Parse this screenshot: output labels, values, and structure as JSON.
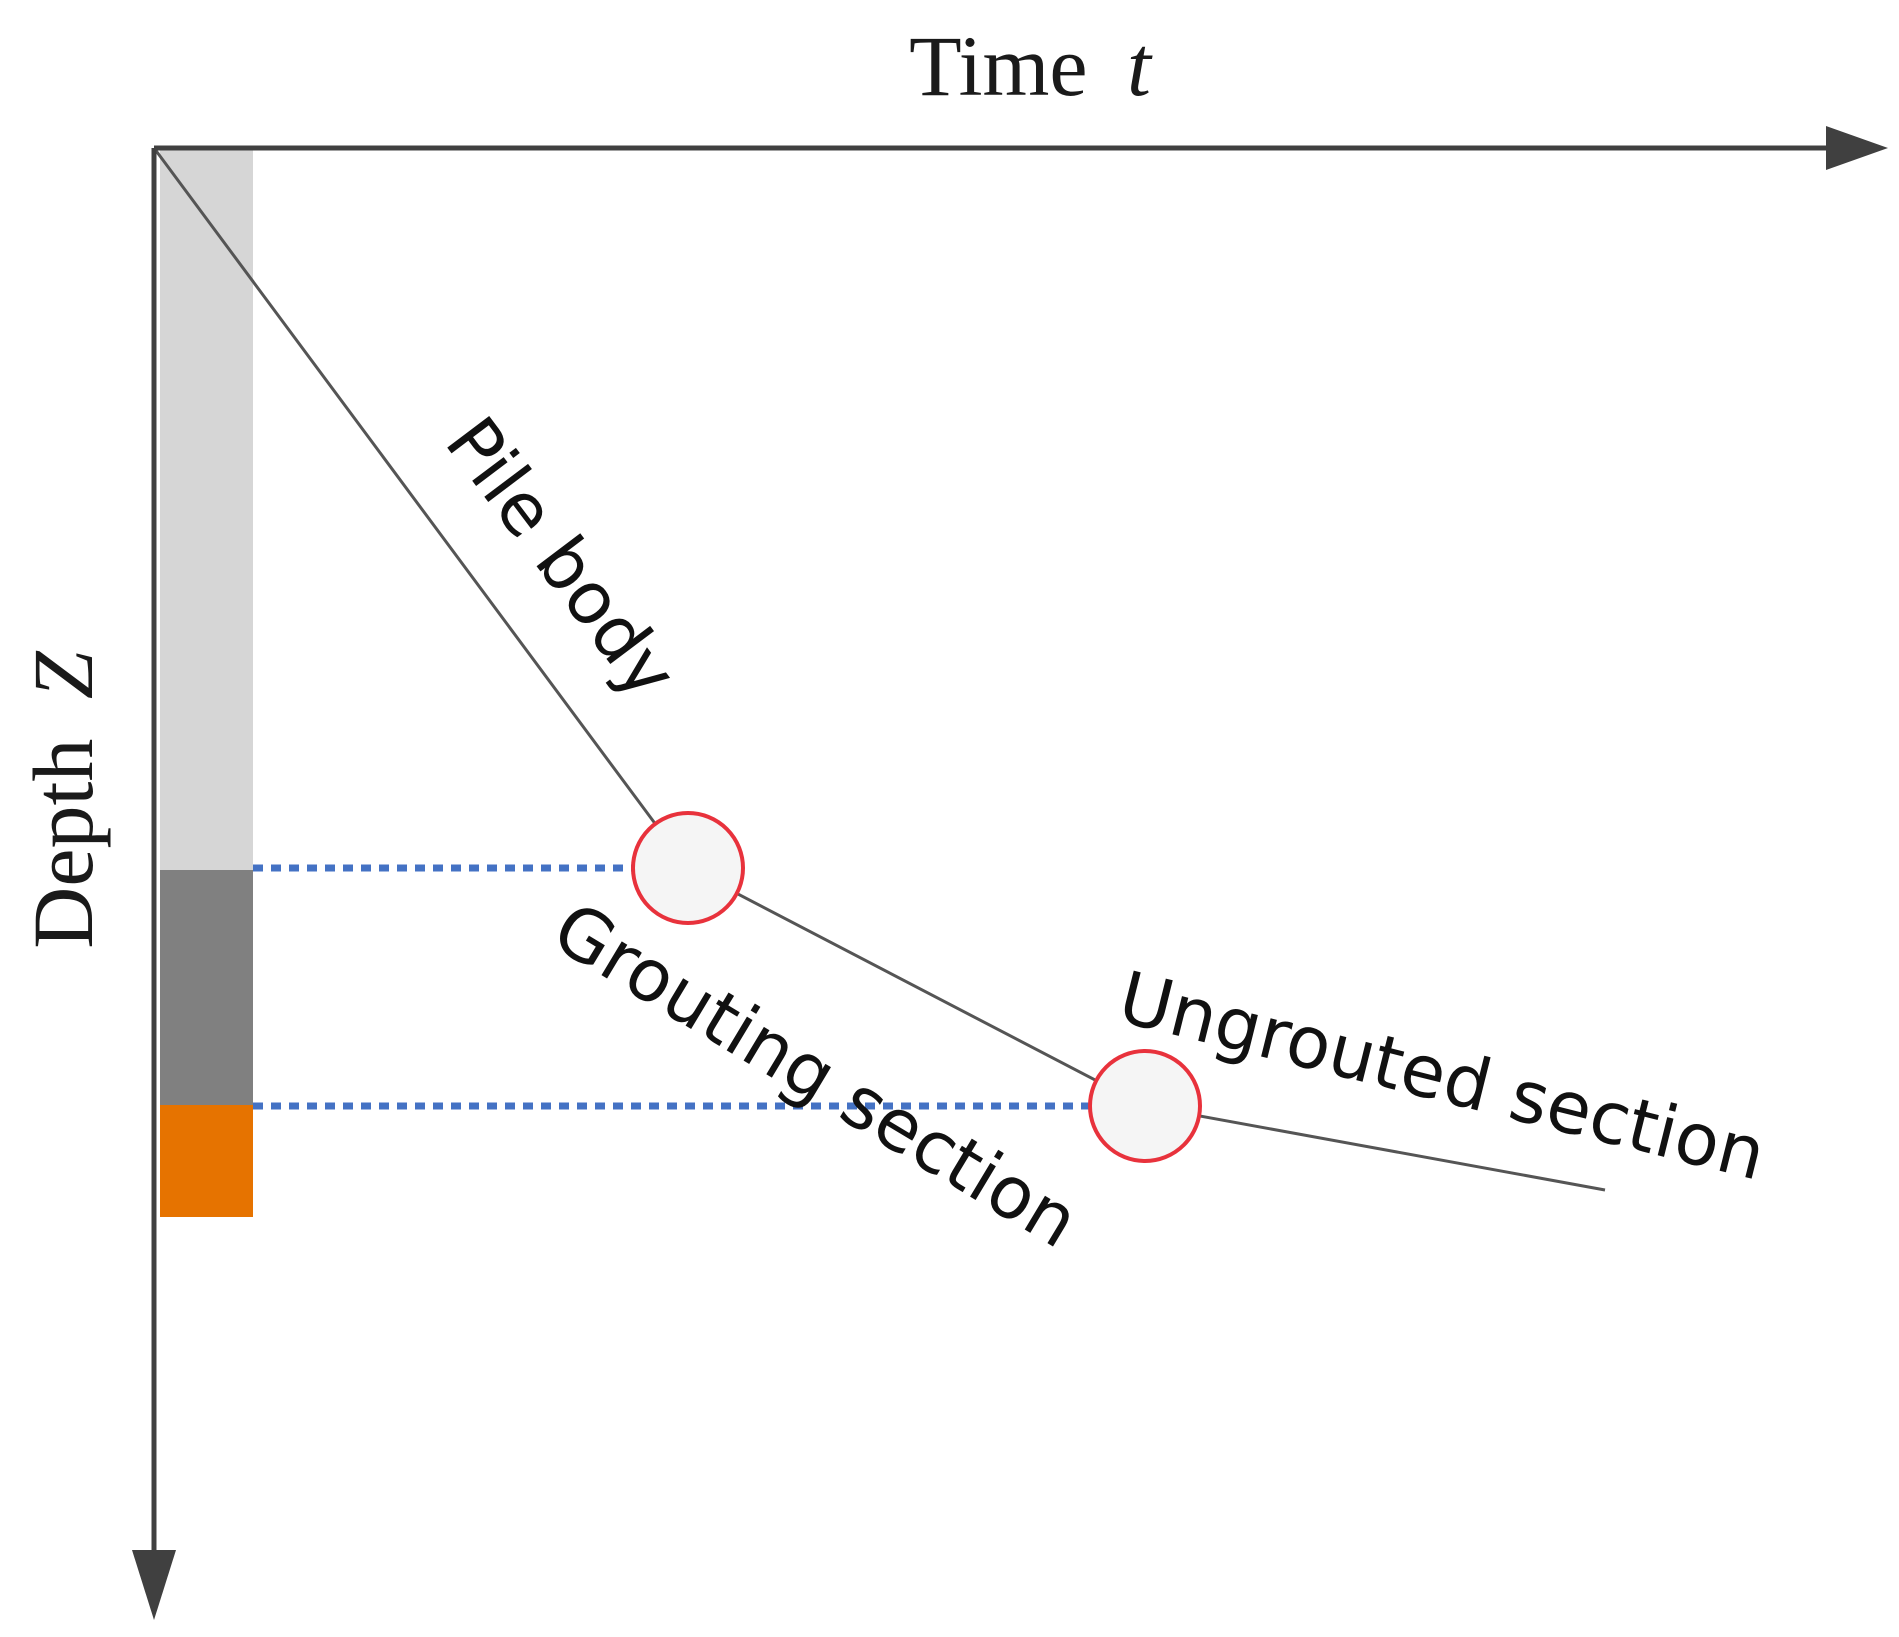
{
  "labels": {
    "time_axis": "Time",
    "time_var": "t",
    "depth_axis": "Depth",
    "depth_var": "Z",
    "pile_body": "Pile body",
    "grouting_section": "Grouting section",
    "ungrouted_section": "Ungrouted section"
  },
  "colors": {
    "axis": "#404040",
    "curve": "#555555",
    "pile_upper": "#d6d6d6",
    "pile_middle": "#808080",
    "pile_lower": "#e67300",
    "dotted_line": "#4472c4",
    "marker_stroke": "#e8323c",
    "marker_fill": "#f5f5f5"
  }
}
